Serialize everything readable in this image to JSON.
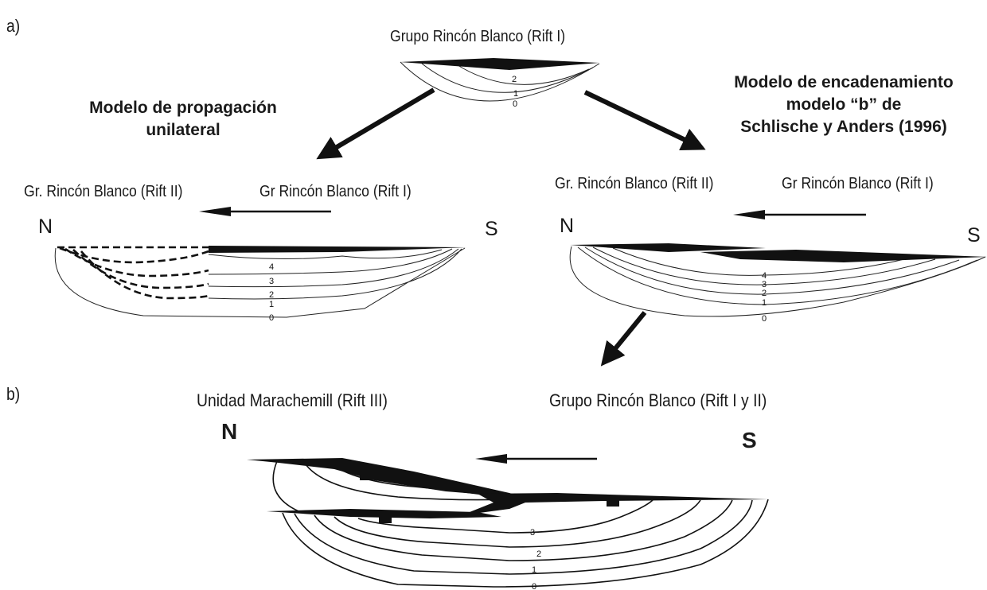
{
  "panel_labels": {
    "a": "a)",
    "b": "b)"
  },
  "top": {
    "title": "Grupo Rincón Blanco (Rift I)",
    "contours": [
      "2",
      "1",
      "0"
    ]
  },
  "left_model": {
    "title_line1": "Modelo de propagación",
    "title_line2": "unilateral",
    "label_left": "Gr. Rincón Blanco (Rift II)",
    "label_right": "Gr  Rincón Blanco (Rift I)",
    "north": "N",
    "south": "S",
    "contours": [
      "4",
      "3",
      "2",
      "1",
      "0"
    ]
  },
  "right_model": {
    "title_line1": "Modelo de encadenamiento",
    "title_line2": "modelo “b” de",
    "title_line3": "Schlische y Anders (1996)",
    "label_left": "Gr. Rincón Blanco (Rift II)",
    "label_right": "Gr  Rincón Blanco (Rift I)",
    "north": "N",
    "south": "S",
    "contours": [
      "4",
      "3",
      "2",
      "1",
      "0"
    ]
  },
  "bottom": {
    "label_left": "Unidad Marachemill (Rift III)",
    "label_right": "Grupo Rincón Blanco (Rift I y II)",
    "north": "N",
    "south": "S",
    "contours": [
      "3",
      "2",
      "1",
      "0"
    ]
  }
}
